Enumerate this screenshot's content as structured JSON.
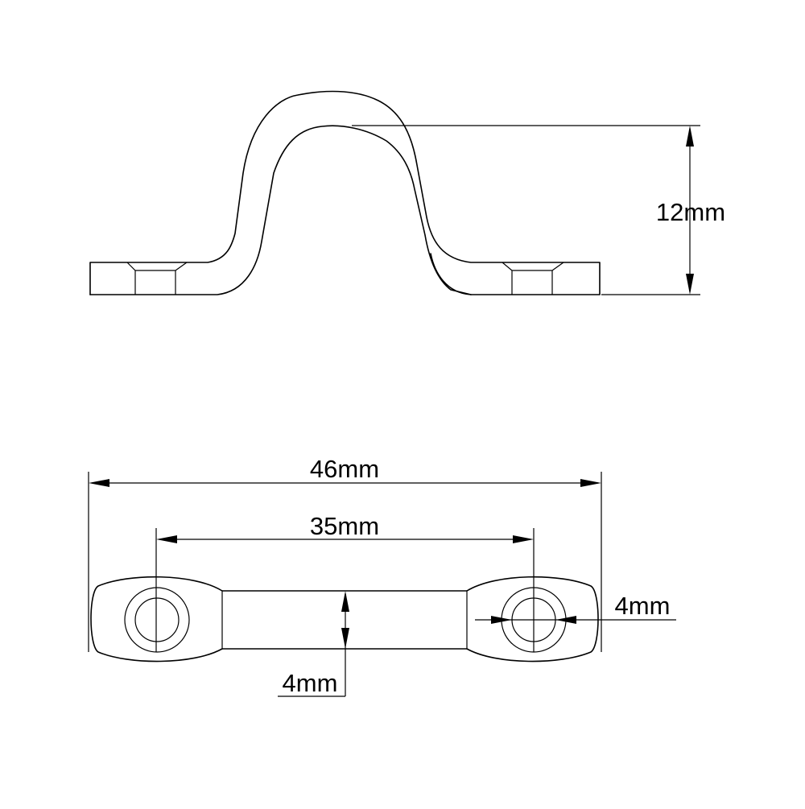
{
  "drawing": {
    "side_view": {
      "height_label": "12mm"
    },
    "top_view": {
      "overall_length_label": "46mm",
      "hole_spacing_label": "35mm",
      "hole_diameter_label": "4mm",
      "strap_width_label": "4mm"
    }
  }
}
